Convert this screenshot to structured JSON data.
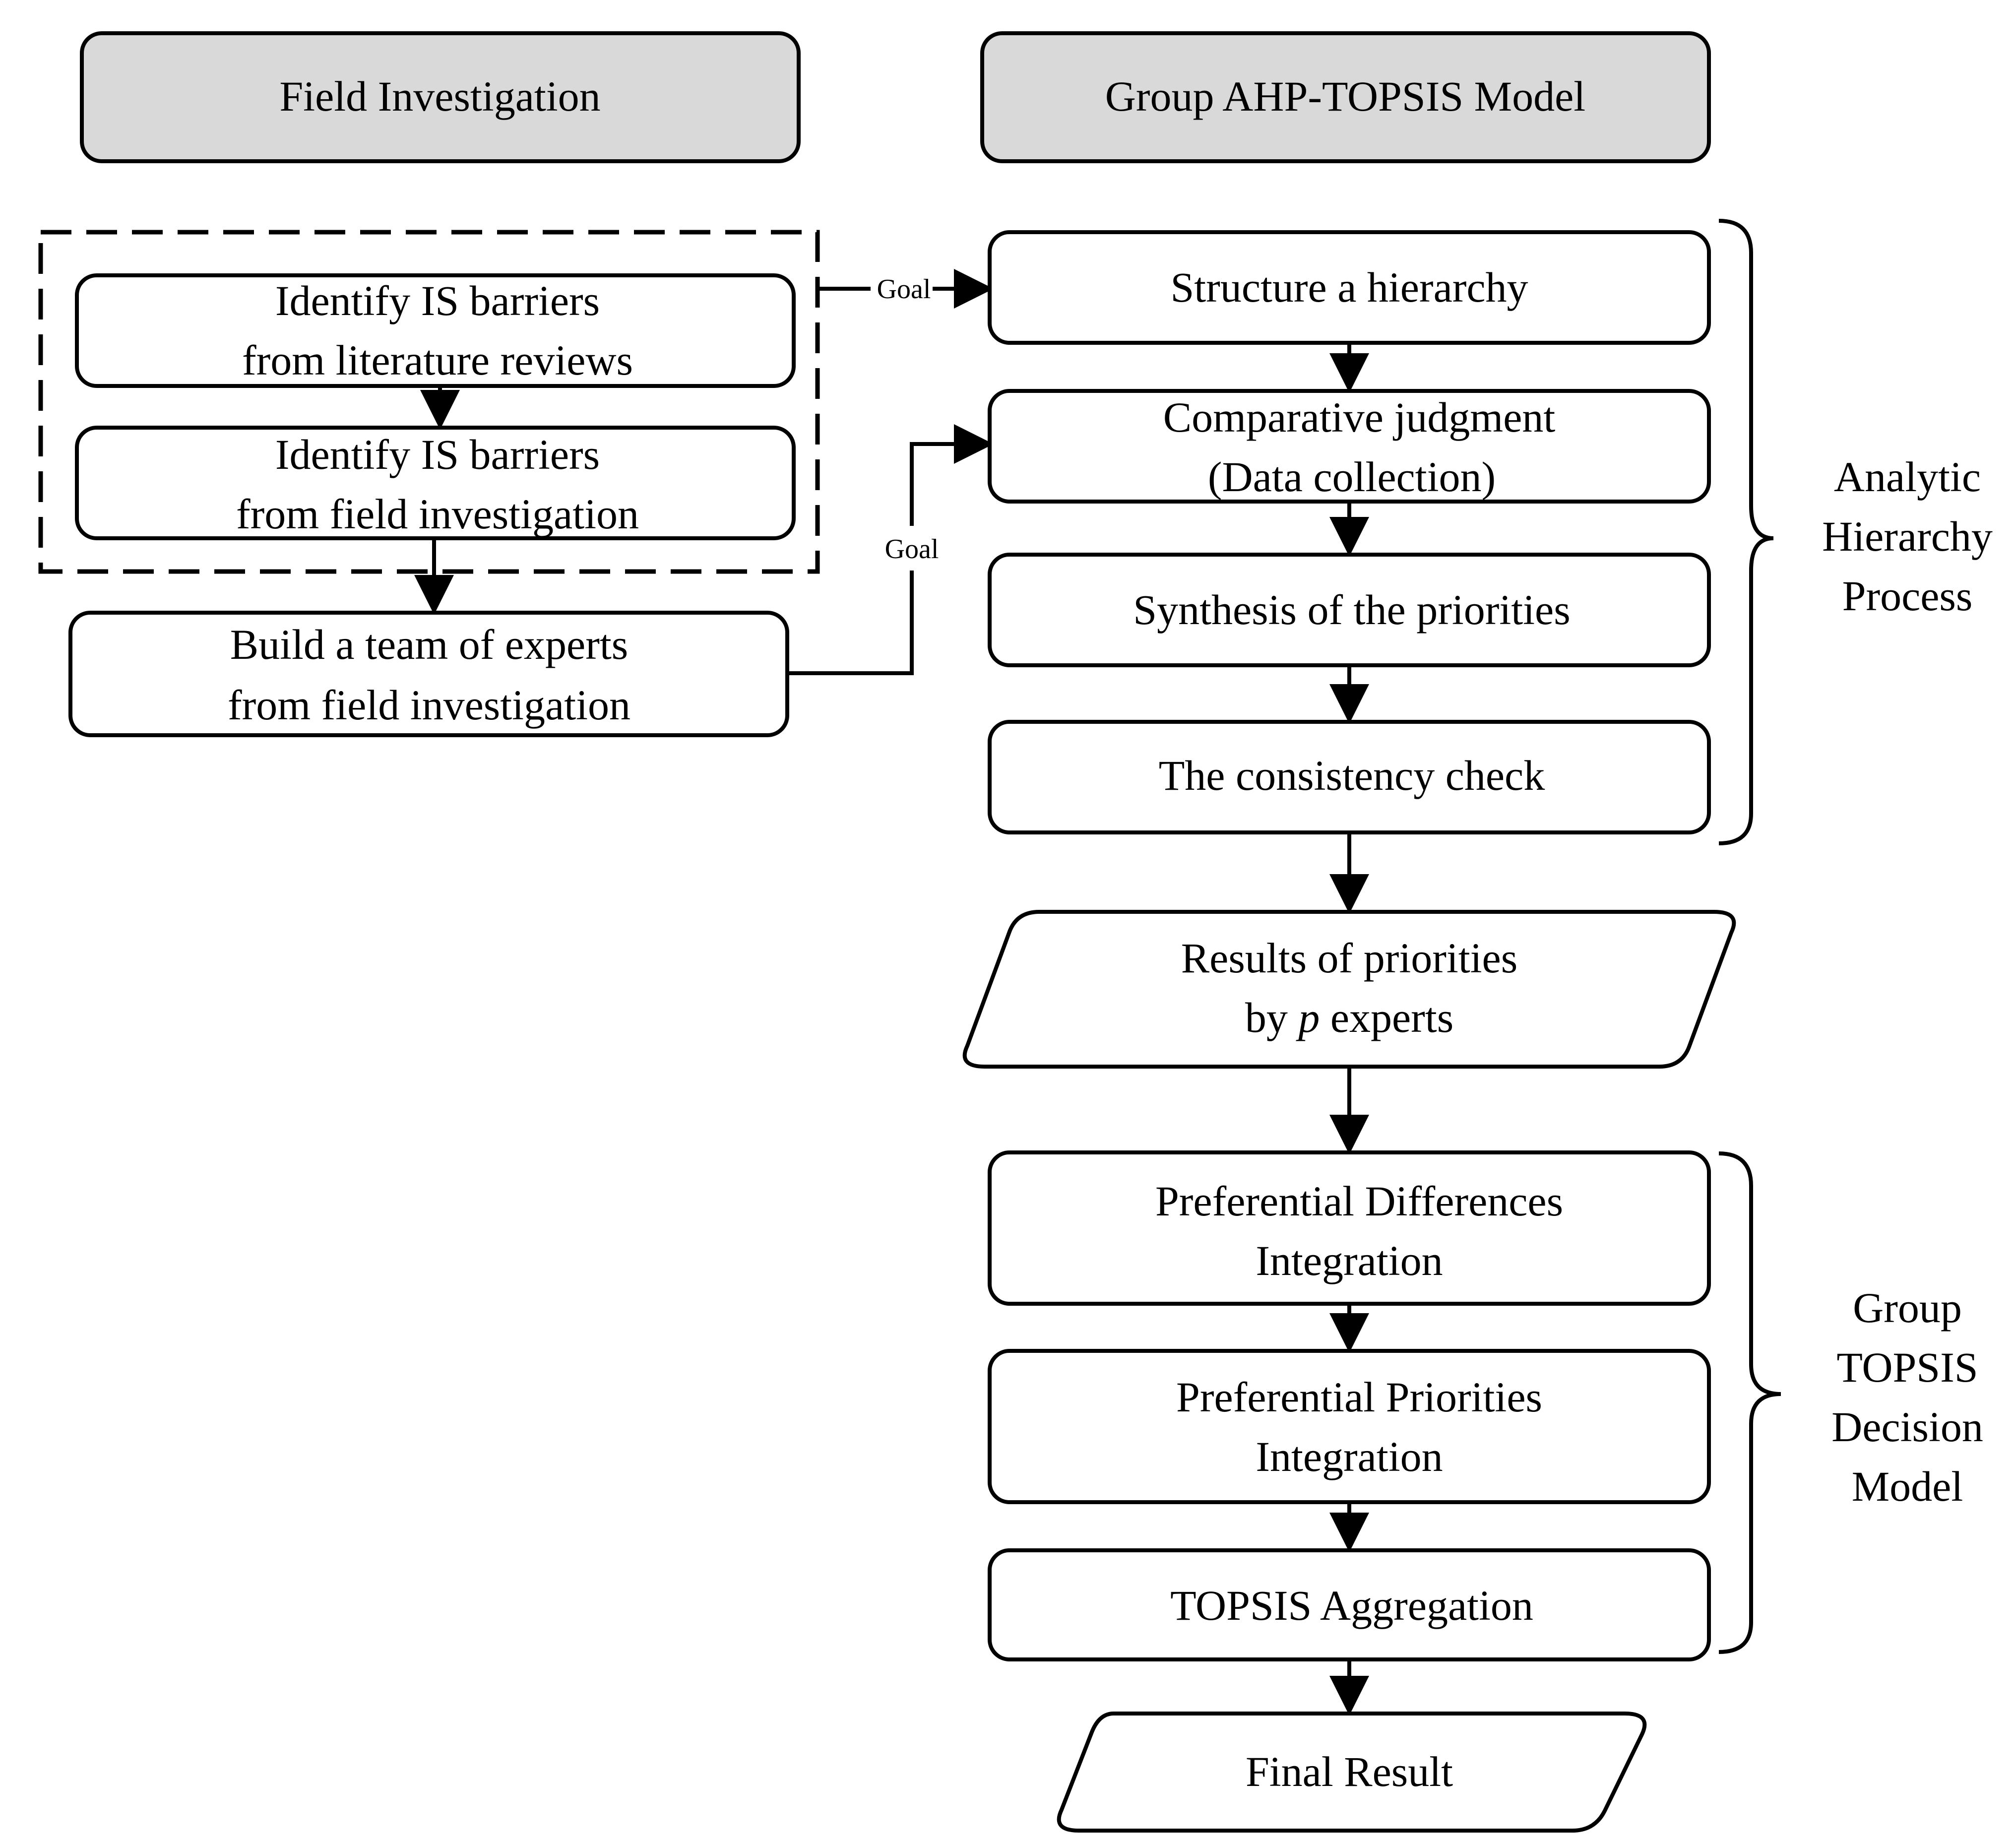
{
  "headers": {
    "left": "Field Investigation",
    "right": "Group AHP-TOPSIS Model"
  },
  "field": {
    "lit_review": [
      "Identify IS barriers",
      "from literature reviews"
    ],
    "field_inv": [
      "Identify IS barriers",
      "from field investigation"
    ],
    "team": [
      "Build a team of experts",
      "from field investigation"
    ]
  },
  "goal_label_1": "Goal",
  "goal_label_2": "Goal",
  "ahp": {
    "structure": "Structure a hierarchy",
    "comparative": [
      "Comparative judgment",
      "(Data collection)"
    ],
    "synthesis": "Synthesis of the priorities",
    "consistency": "The consistency check"
  },
  "results": {
    "line1": "Results of priorities",
    "line2_pre": "by ",
    "line2_var": "p",
    "line2_post": " experts"
  },
  "topsis": {
    "pref_diff": [
      "Preferential Differences",
      "Integration"
    ],
    "pref_prio": [
      "Preferential Priorities",
      "Integration"
    ],
    "aggregation": "TOPSIS Aggregation"
  },
  "final": "Final Result",
  "brackets": {
    "ahp": [
      "Analytic",
      "Hierarchy",
      "Process"
    ],
    "topsis": [
      "Group",
      "TOPSIS",
      "Decision",
      "Model"
    ]
  }
}
